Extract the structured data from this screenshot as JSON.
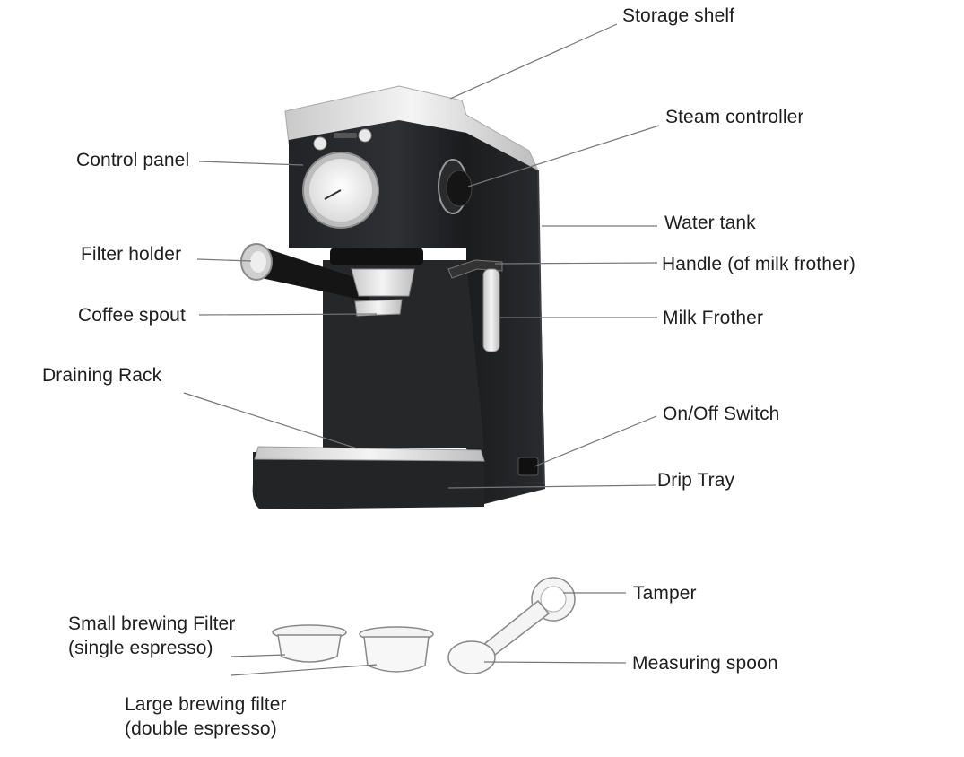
{
  "labels": {
    "storage_shelf": "Storage shelf",
    "steam_controller": "Steam controller",
    "control_panel": "Control panel",
    "water_tank": "Water tank",
    "filter_holder": "Filter holder",
    "handle_milk_frother": "Handle (of milk frother)",
    "coffee_spout": "Coffee spout",
    "milk_frother": "Milk Frother",
    "draining_rack": "Draining Rack",
    "on_off_switch": "On/Off Switch",
    "drip_tray": "Drip Tray",
    "tamper": "Tamper",
    "small_filter_line1": "Small brewing Filter",
    "small_filter_line2": "(single espresso)",
    "large_filter_line1": "Large brewing filter",
    "large_filter_line2": "(double espresso)",
    "measuring_spoon": "Measuring spoon"
  }
}
